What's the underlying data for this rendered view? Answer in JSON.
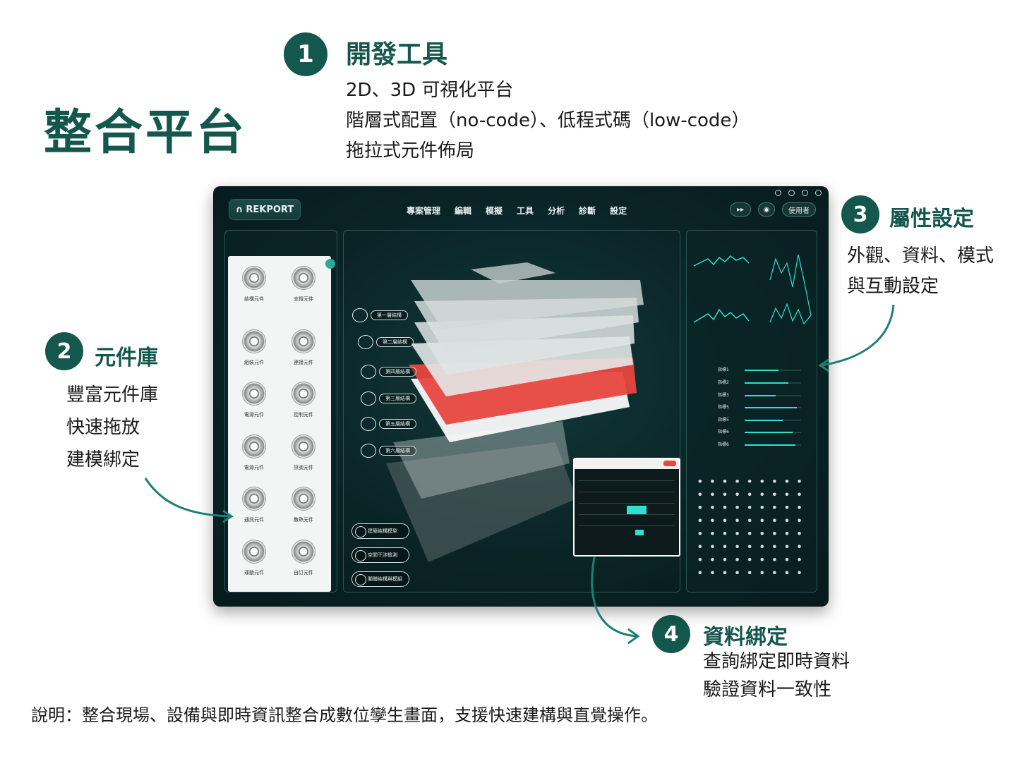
{
  "main_title": "整合平台",
  "features": [
    {
      "num": "1",
      "title": "開發工具",
      "lines": [
        "2D、3D 可視化平台",
        "階層式配置（no-code）、低程式碼（low-code）",
        "拖拉式元件佈局"
      ]
    },
    {
      "num": "2",
      "title": "元件庫",
      "lines": [
        "豐富元件庫",
        "快速拖放",
        "建模綁定"
      ]
    },
    {
      "num": "3",
      "title": "屬性設定",
      "lines": [
        "外觀、資料、模式",
        "與互動設定"
      ]
    },
    {
      "num": "4",
      "title": "資料綁定",
      "lines": [
        "查詢綁定即時資料",
        "驗證資料一致性"
      ]
    }
  ],
  "footer_note": "說明：整合現場、設備與即時資訊整合成數位孿生畫面，支援快速建構與直覺操作。",
  "app": {
    "logo": "REKPORT",
    "menu": [
      "專案管理",
      "編輯",
      "模擬",
      "工具",
      "分析",
      "診斷",
      "設定"
    ],
    "header_user": "使用者",
    "library": {
      "items": [
        "結構元件",
        "支撐元件",
        "組裝元件",
        "連接元件",
        "電源元件",
        "控制元件",
        "電源元件",
        "訊號元件",
        "通訊元件",
        "散熱元件",
        "運動元件",
        "自訂元件"
      ]
    },
    "layers": [
      "第一層結構",
      "第二層結構",
      "第四層結構",
      "第三層結構",
      "第五層結構",
      "第六層結構"
    ],
    "legend": [
      "建築結構模型",
      "空間干涉檢測",
      "關聯結構與模組"
    ],
    "properties": {
      "bars": [
        {
          "name": "指標1",
          "value": 0.6
        },
        {
          "name": "指標2",
          "value": 0.78
        },
        {
          "name": "指標3",
          "value": 0.55
        },
        {
          "name": "指標5",
          "value": 0.92
        },
        {
          "name": "指標5",
          "value": 0.68
        },
        {
          "name": "指標6",
          "value": 0.85
        },
        {
          "name": "指標6",
          "value": 0.9
        }
      ]
    }
  },
  "colors": {
    "brand": "#14574d",
    "accent": "#2ee0d0",
    "highlight": "#e8463f"
  }
}
